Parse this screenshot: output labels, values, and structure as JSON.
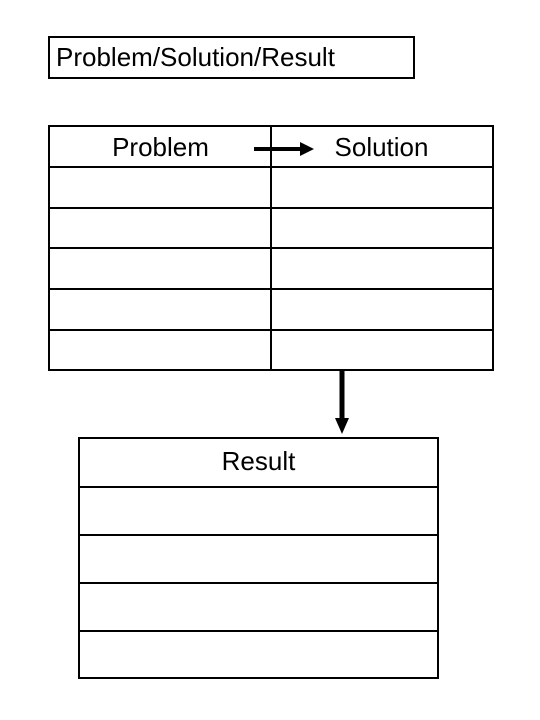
{
  "diagram": {
    "title": "Problem/Solution/Result",
    "problem_header": "Problem",
    "solution_header": "Solution",
    "result_header": "Result",
    "problem_solution_rows": [
      {
        "problem": "",
        "solution": ""
      },
      {
        "problem": "",
        "solution": ""
      },
      {
        "problem": "",
        "solution": ""
      },
      {
        "problem": "",
        "solution": ""
      },
      {
        "problem": "",
        "solution": ""
      }
    ],
    "result_rows": [
      "",
      "",
      "",
      ""
    ]
  }
}
